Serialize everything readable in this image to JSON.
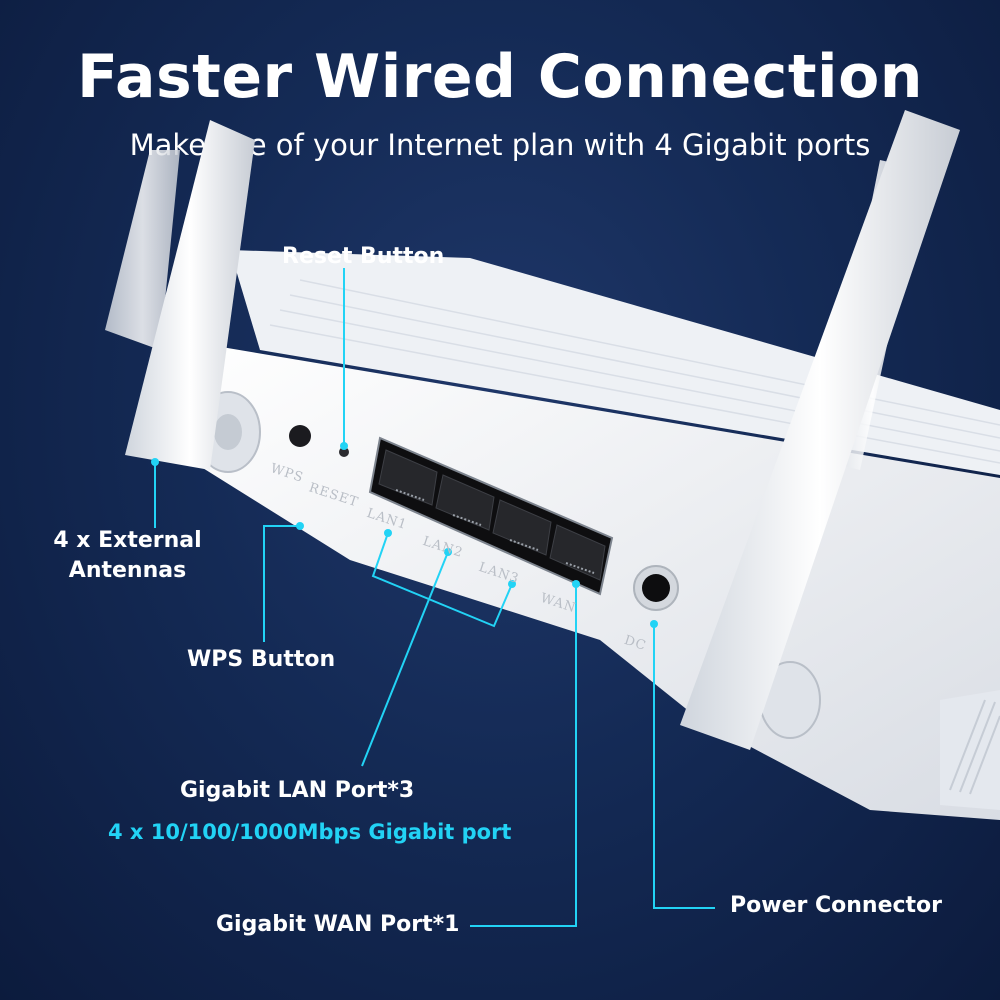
{
  "header": {
    "title": "Faster Wired Connection",
    "subtitle": "Make use of your Internet plan with 4 Gigabit ports"
  },
  "callouts": {
    "reset": "Reset Button",
    "antennas": "4 x External Antennas",
    "wps": "WPS Button",
    "lan": "Gigabit LAN Port*3",
    "spec": "4 x 10/100/1000Mbps Gigabit port",
    "wan": "Gigabit WAN Port*1",
    "power": "Power Connector"
  },
  "port_labels": {
    "wps": "WPS",
    "reset": "RESET",
    "lan1": "LAN1",
    "lan2": "LAN2",
    "lan3": "LAN3",
    "wan": "WAN",
    "dc": "DC"
  },
  "colors": {
    "accent": "#22d3f5",
    "background": "#142a55",
    "device": "#f2f4f7"
  }
}
